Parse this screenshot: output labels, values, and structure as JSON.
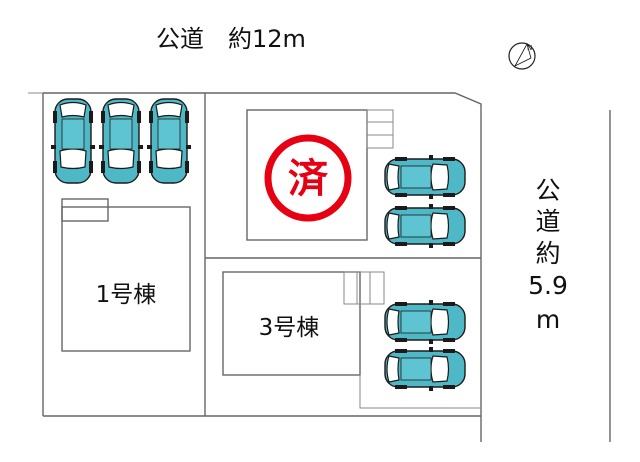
{
  "top_road": {
    "label": "公道　約12m"
  },
  "right_road": {
    "chars": [
      "公",
      "道",
      "約",
      "5.9",
      "m"
    ]
  },
  "lots": {
    "lot1": {
      "label": "1号棟"
    },
    "lot3": {
      "label": "3号棟"
    },
    "sold_stamp": {
      "text": "済"
    }
  },
  "compass": {
    "icon": "north-arrow-icon"
  },
  "colors": {
    "car_body": "#4fb8c6",
    "stamp_red": "#e60012",
    "line": "#666666"
  },
  "parking": {
    "lot1_cars": 3,
    "lot2_cars": 2,
    "lot3_cars": 2
  }
}
